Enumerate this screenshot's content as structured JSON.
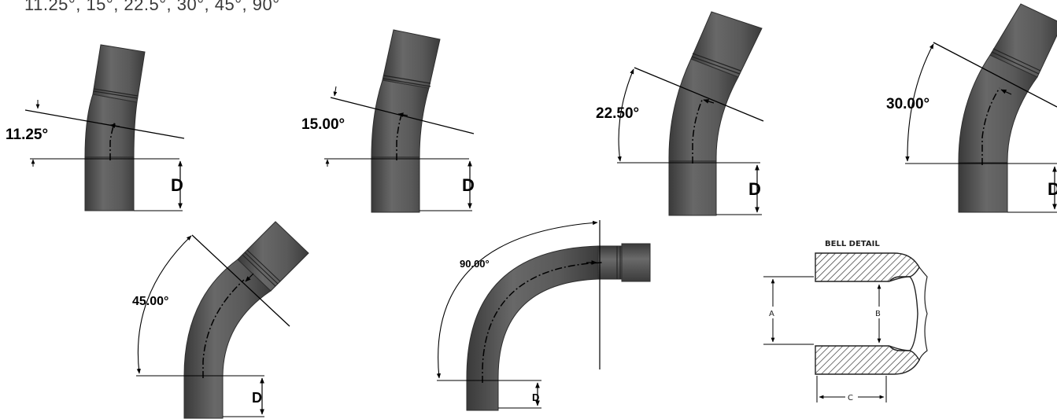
{
  "header": {
    "angles_text": "11.25°, 15°, 22.5°, 30°, 45°, 90°"
  },
  "elbows": [
    {
      "angle_label": "11.25°",
      "dimension_label": "D"
    },
    {
      "angle_label": "15.00°",
      "dimension_label": "D"
    },
    {
      "angle_label": "22.50°",
      "dimension_label": "D"
    },
    {
      "angle_label": "30.00°",
      "dimension_label": "D"
    },
    {
      "angle_label": "45.00°",
      "dimension_label": "D"
    },
    {
      "angle_label": "90.00°",
      "dimension_label": "D"
    }
  ],
  "bell_detail": {
    "title": "BELL DETAIL",
    "labels": {
      "a": "A",
      "b": "B",
      "c": "C"
    }
  },
  "colors": {
    "pipe_fill": "#555555",
    "pipe_edge": "#2e2e2e",
    "line": "#000000"
  }
}
